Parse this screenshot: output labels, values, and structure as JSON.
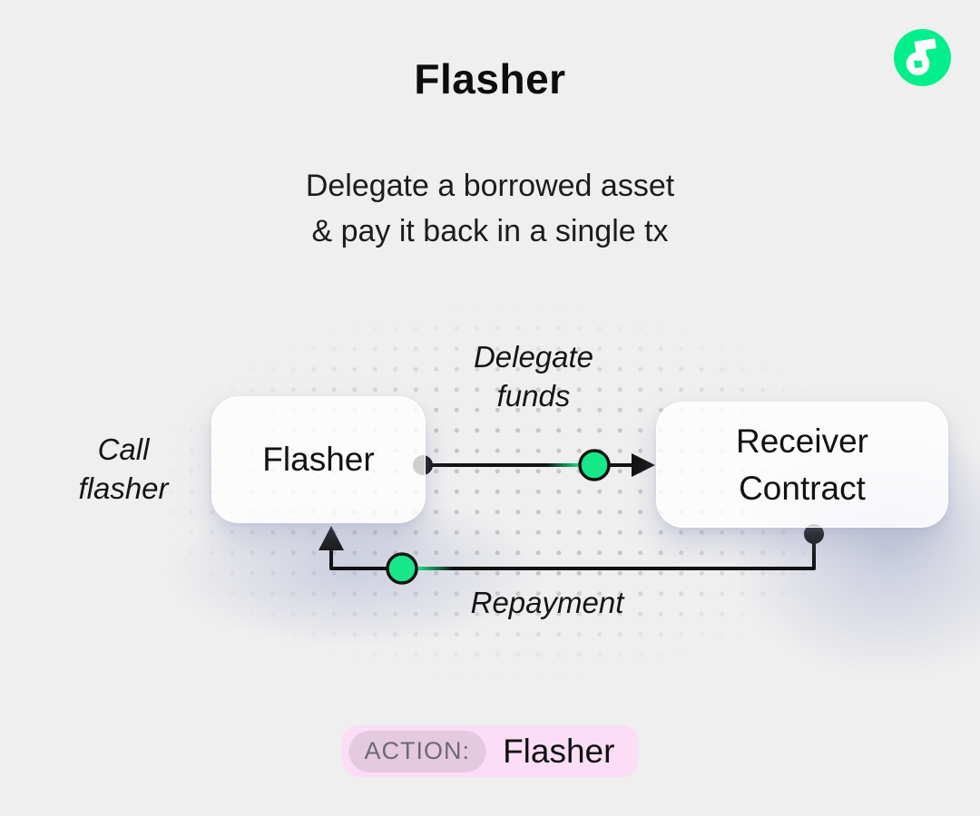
{
  "header": {
    "title": "Flasher",
    "subtitle_line1": "Delegate a borrowed asset",
    "subtitle_line2": "& pay it back in a single tx"
  },
  "logo": {
    "name": "Flow",
    "brand_green": "#00ef8b"
  },
  "diagram": {
    "nodes": [
      {
        "id": "flasher",
        "label": "Flasher"
      },
      {
        "id": "receiver",
        "label_line1": "Receiver",
        "label_line2": "Contract"
      }
    ],
    "edge_labels": {
      "call": {
        "line1": "Call",
        "line2": "flasher"
      },
      "delegate": {
        "line1": "Delegate",
        "line2": "funds"
      },
      "repayment": "Repayment"
    },
    "colors": {
      "line_black": "#121212",
      "marker_green": "#17e789"
    }
  },
  "footer": {
    "action_label": "ACTION:",
    "action_value": "Flasher",
    "pill_bg": "#fbddf6",
    "badge_bg": "#e4c9df"
  }
}
